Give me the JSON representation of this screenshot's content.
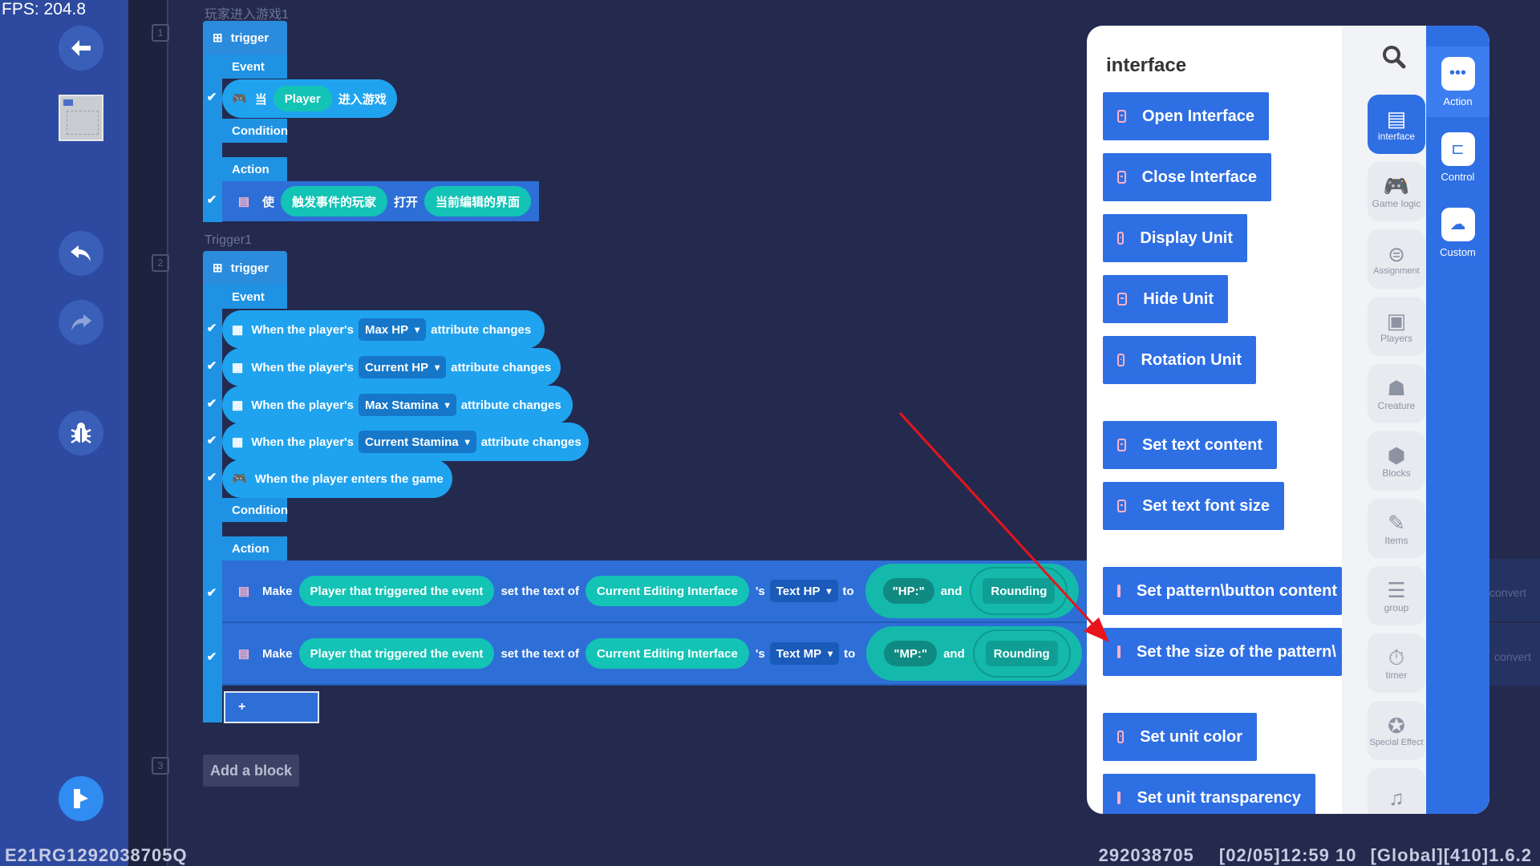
{
  "status": {
    "fps": "FPS: 204.8",
    "id_left": "E21RG1292038705Q",
    "id_right": "292038705",
    "date": "[02/05]12:59 10",
    "server": "[Global][410]1.6.2"
  },
  "sidebar": {
    "icons": [
      "back-arrow-icon",
      "map-thumbnail",
      "undo-icon",
      "redo-icon",
      "bug-icon",
      "play-icon"
    ]
  },
  "lines": [
    "1",
    "2",
    "3"
  ],
  "trigger1": {
    "name": "玩家进入游戏1",
    "hat": "trigger",
    "event_label": "Event",
    "condition_label": "Condition",
    "action_label": "Action",
    "event": {
      "w1": "当",
      "chip": "Player",
      "w2": "进入游戏"
    },
    "action": {
      "w1": "使",
      "chip1": "触发事件的玩家",
      "w2": "打开",
      "chip2": "当前编辑的界面"
    }
  },
  "trigger2": {
    "name": "Trigger1",
    "hat": "trigger",
    "event_label": "Event",
    "condition_label": "Condition",
    "action_label": "Action",
    "events": [
      {
        "pre": "When the player's",
        "dd": "Max HP",
        "post": "attribute changes"
      },
      {
        "pre": "When the player's",
        "dd": "Current HP",
        "post": "attribute changes"
      },
      {
        "pre": "When the player's",
        "dd": "Max Stamina",
        "post": "attribute changes"
      },
      {
        "pre": "When the player's",
        "dd": "Current Stamina",
        "post": "attribute changes"
      },
      {
        "pre": "When the player enters the game",
        "dd": "",
        "post": ""
      }
    ],
    "actions": [
      {
        "make": "Make",
        "who": "Player that triggered the event",
        "set": "set the text of",
        "ui": "Current Editing Interface",
        "poss": "'s",
        "dd": "Text HP",
        "to": "to",
        "str": "\"HP:\"",
        "and": "and",
        "round": "Rounding",
        "conv": "convert"
      },
      {
        "make": "Make",
        "who": "Player that triggered the event",
        "set": "set the text of",
        "ui": "Current Editing Interface",
        "poss": "'s",
        "dd": "Text MP",
        "to": "to",
        "str": "\"MP:\"",
        "and": "and",
        "round": "Rounding",
        "conv": "convert"
      }
    ],
    "add": "+"
  },
  "add_block": "Add a block",
  "panel": {
    "title": "interface",
    "buttons": [
      "Open Interface",
      "Close Interface",
      "Display Unit",
      "Hide Unit",
      "Rotation Unit",
      "Set text content",
      "Set text font size",
      "Set pattern\\button content",
      "Set the size of the pattern\\",
      "Set unit color",
      "Set unit transparency"
    ],
    "categories": [
      {
        "label": "interface",
        "icon": "interface-icon"
      },
      {
        "label": "Game logic",
        "icon": "gamepad-icon"
      },
      {
        "label": "Assignment",
        "icon": "assignment-icon"
      },
      {
        "label": "Players",
        "icon": "players-icon"
      },
      {
        "label": "Creature",
        "icon": "creature-icon"
      },
      {
        "label": "Blocks",
        "icon": "blocks-icon"
      },
      {
        "label": "Items",
        "icon": "items-icon"
      },
      {
        "label": "group",
        "icon": "group-icon"
      },
      {
        "label": "timer",
        "icon": "timer-icon"
      },
      {
        "label": "Special Effect",
        "icon": "special-effect-icon"
      },
      {
        "label": "",
        "icon": "music-icon"
      }
    ]
  },
  "tabs": [
    {
      "label": "Action",
      "icon": "action-icon"
    },
    {
      "label": "Control",
      "icon": "control-icon"
    },
    {
      "label": "Custom",
      "icon": "custom-icon"
    }
  ],
  "colors": {
    "annotation_arrow": "#e8141b",
    "panel_accent": "#2f6fe4"
  }
}
